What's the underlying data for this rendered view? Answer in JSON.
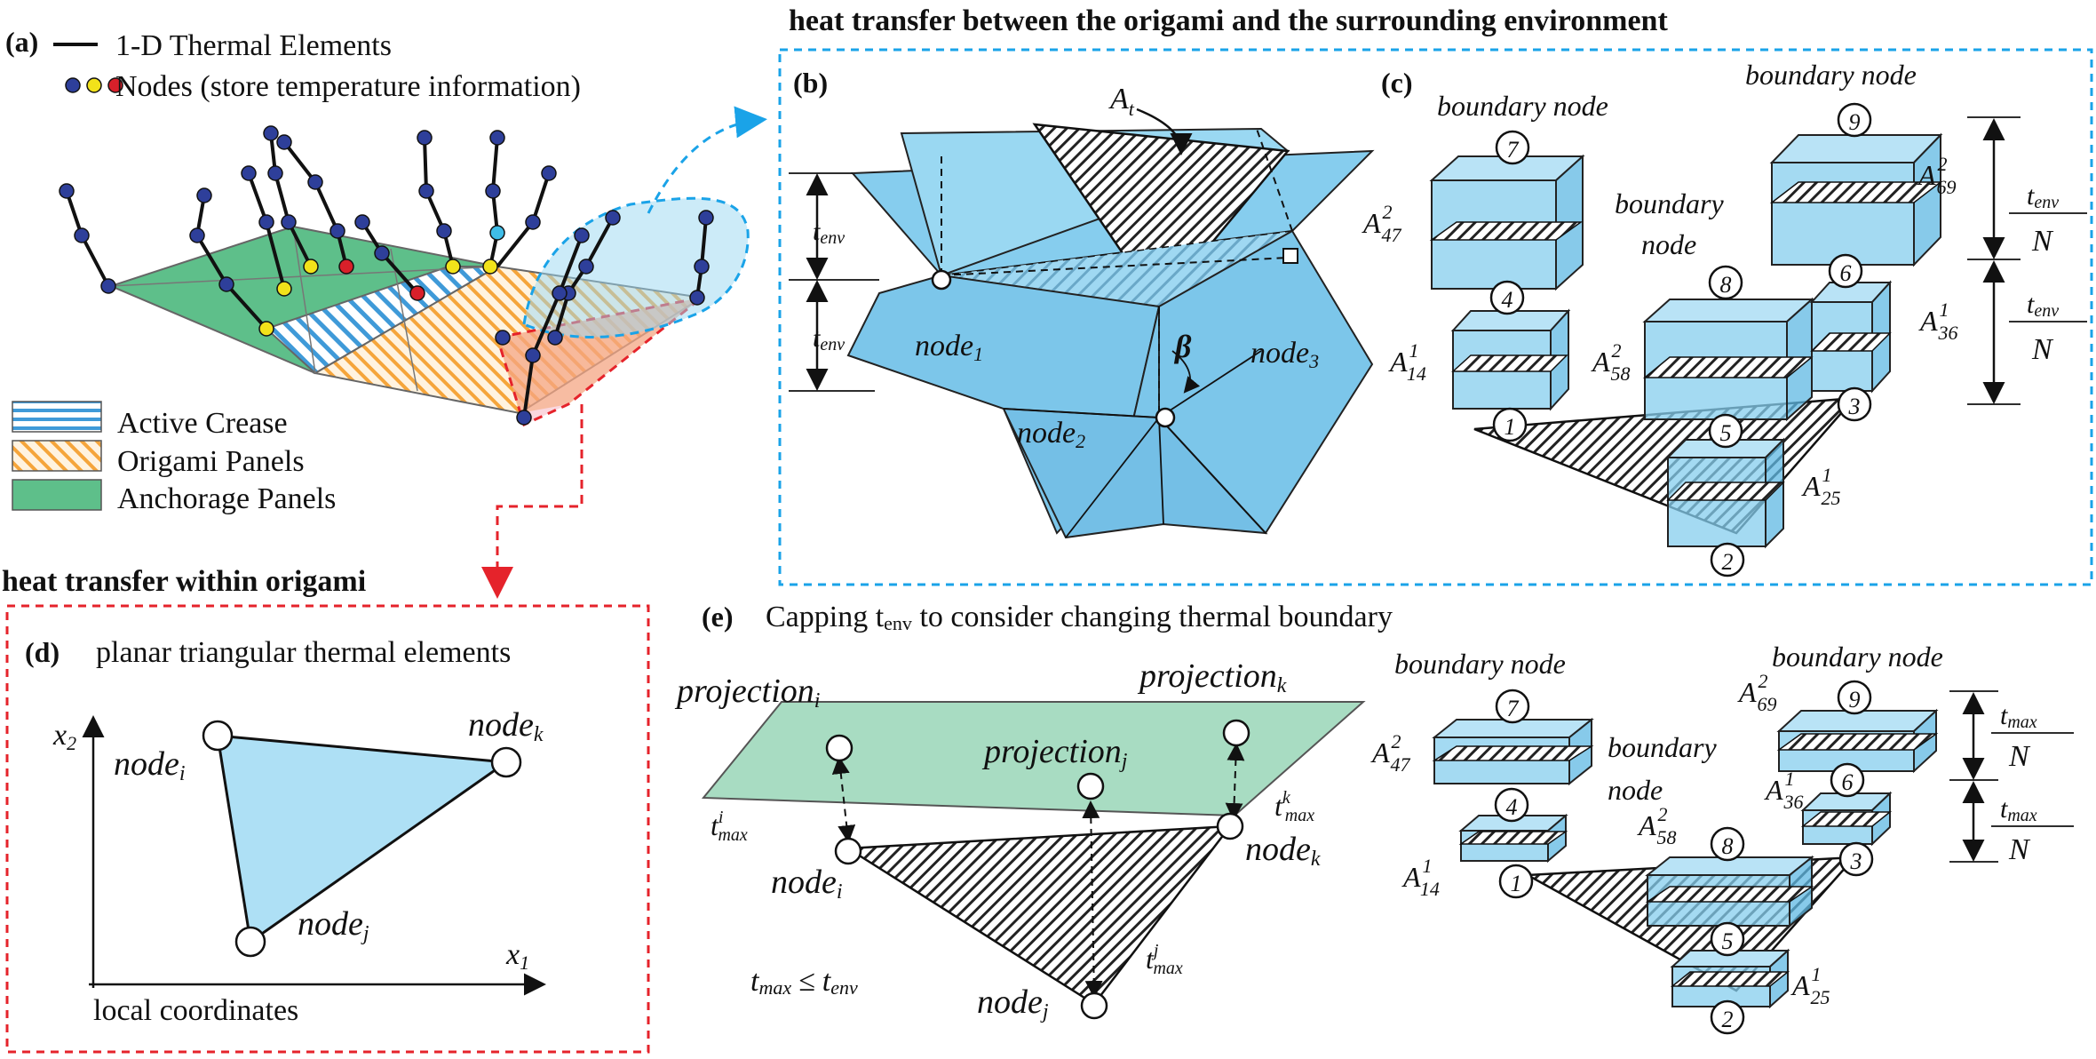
{
  "panel_a": {
    "label": "(a)",
    "legend_line": "1-D Thermal Elements",
    "legend_nodes": "Nodes (store temperature information)",
    "legend_crease": "Active Crease",
    "legend_origami": "Origami Panels",
    "legend_anchorage": "Anchorage Panels",
    "colors": {
      "node_blue": "#2e3f9a",
      "node_yellow": "#f2e21a",
      "node_red": "#d8202a",
      "anchorage": "#5ebf8a",
      "origami": "#f5a53b",
      "crease": "#3f9ad8"
    }
  },
  "title_env": "heat transfer between the origami and the surrounding environment",
  "title_within": "heat transfer within origami",
  "panel_b": {
    "label": "(b)",
    "at_main": "A",
    "at_sub": "t",
    "tenv_main": "t",
    "tenv_sub": "env",
    "node1_main": "node",
    "node1_sub": "1",
    "node2_main": "node",
    "node2_sub": "2",
    "node3_main": "node",
    "node3_sub": "3",
    "beta": "β"
  },
  "panel_c": {
    "label": "(c)",
    "boundary_node_1": "boundary node",
    "boundary_node_2": "boundary node",
    "boundary_word": "boundary",
    "node_word": "node",
    "t_main": "t",
    "t_sub": "env",
    "N": "N",
    "n1": "1",
    "n2": "2",
    "n3": "3",
    "n4": "4",
    "n5": "5",
    "n6": "6",
    "n7": "7",
    "n8": "8",
    "n9": "9",
    "A_main": "A",
    "a47_sup": "2",
    "a47_sub": "47",
    "a14_sup": "1",
    "a14_sub": "14",
    "a58_sup": "2",
    "a58_sub": "58",
    "a69_sup": "2",
    "a69_sub": "69",
    "a36_sup": "1",
    "a36_sub": "36",
    "a25_sup": "1",
    "a25_sub": "25"
  },
  "panel_d": {
    "label": "(d)",
    "title": "planar triangular thermal elements",
    "x2_main": "x",
    "x2_sub": "2",
    "x1_main": "x",
    "x1_sub": "1",
    "nodei_main": "node",
    "nodei_sub": "i",
    "nodej_main": "node",
    "nodej_sub": "j",
    "nodek_main": "node",
    "nodek_sub": "k",
    "coords": "local coordinates"
  },
  "panel_e": {
    "label": "(e)",
    "title_pre": "Capping t",
    "title_sub": "env",
    "title_post": " to consider changing thermal boundary",
    "proj_main": "projection",
    "proj_i": "i",
    "proj_j": "j",
    "proj_k": "k",
    "t_main": "t",
    "tmax_sub": "max",
    "sup_i": "i",
    "sup_j": "j",
    "sup_k": "k",
    "nodei_main": "node",
    "nodei_sub": "i",
    "nodej_main": "node",
    "nodej_sub": "j",
    "nodek_main": "node",
    "nodek_sub": "k",
    "ineq_le": "≤",
    "ineq_t": "t",
    "ineq_sub": "env",
    "boundary_node_1": "boundary node",
    "boundary_node_2": "boundary node",
    "boundary_word": "boundary",
    "node_word": "node",
    "N": "N"
  }
}
